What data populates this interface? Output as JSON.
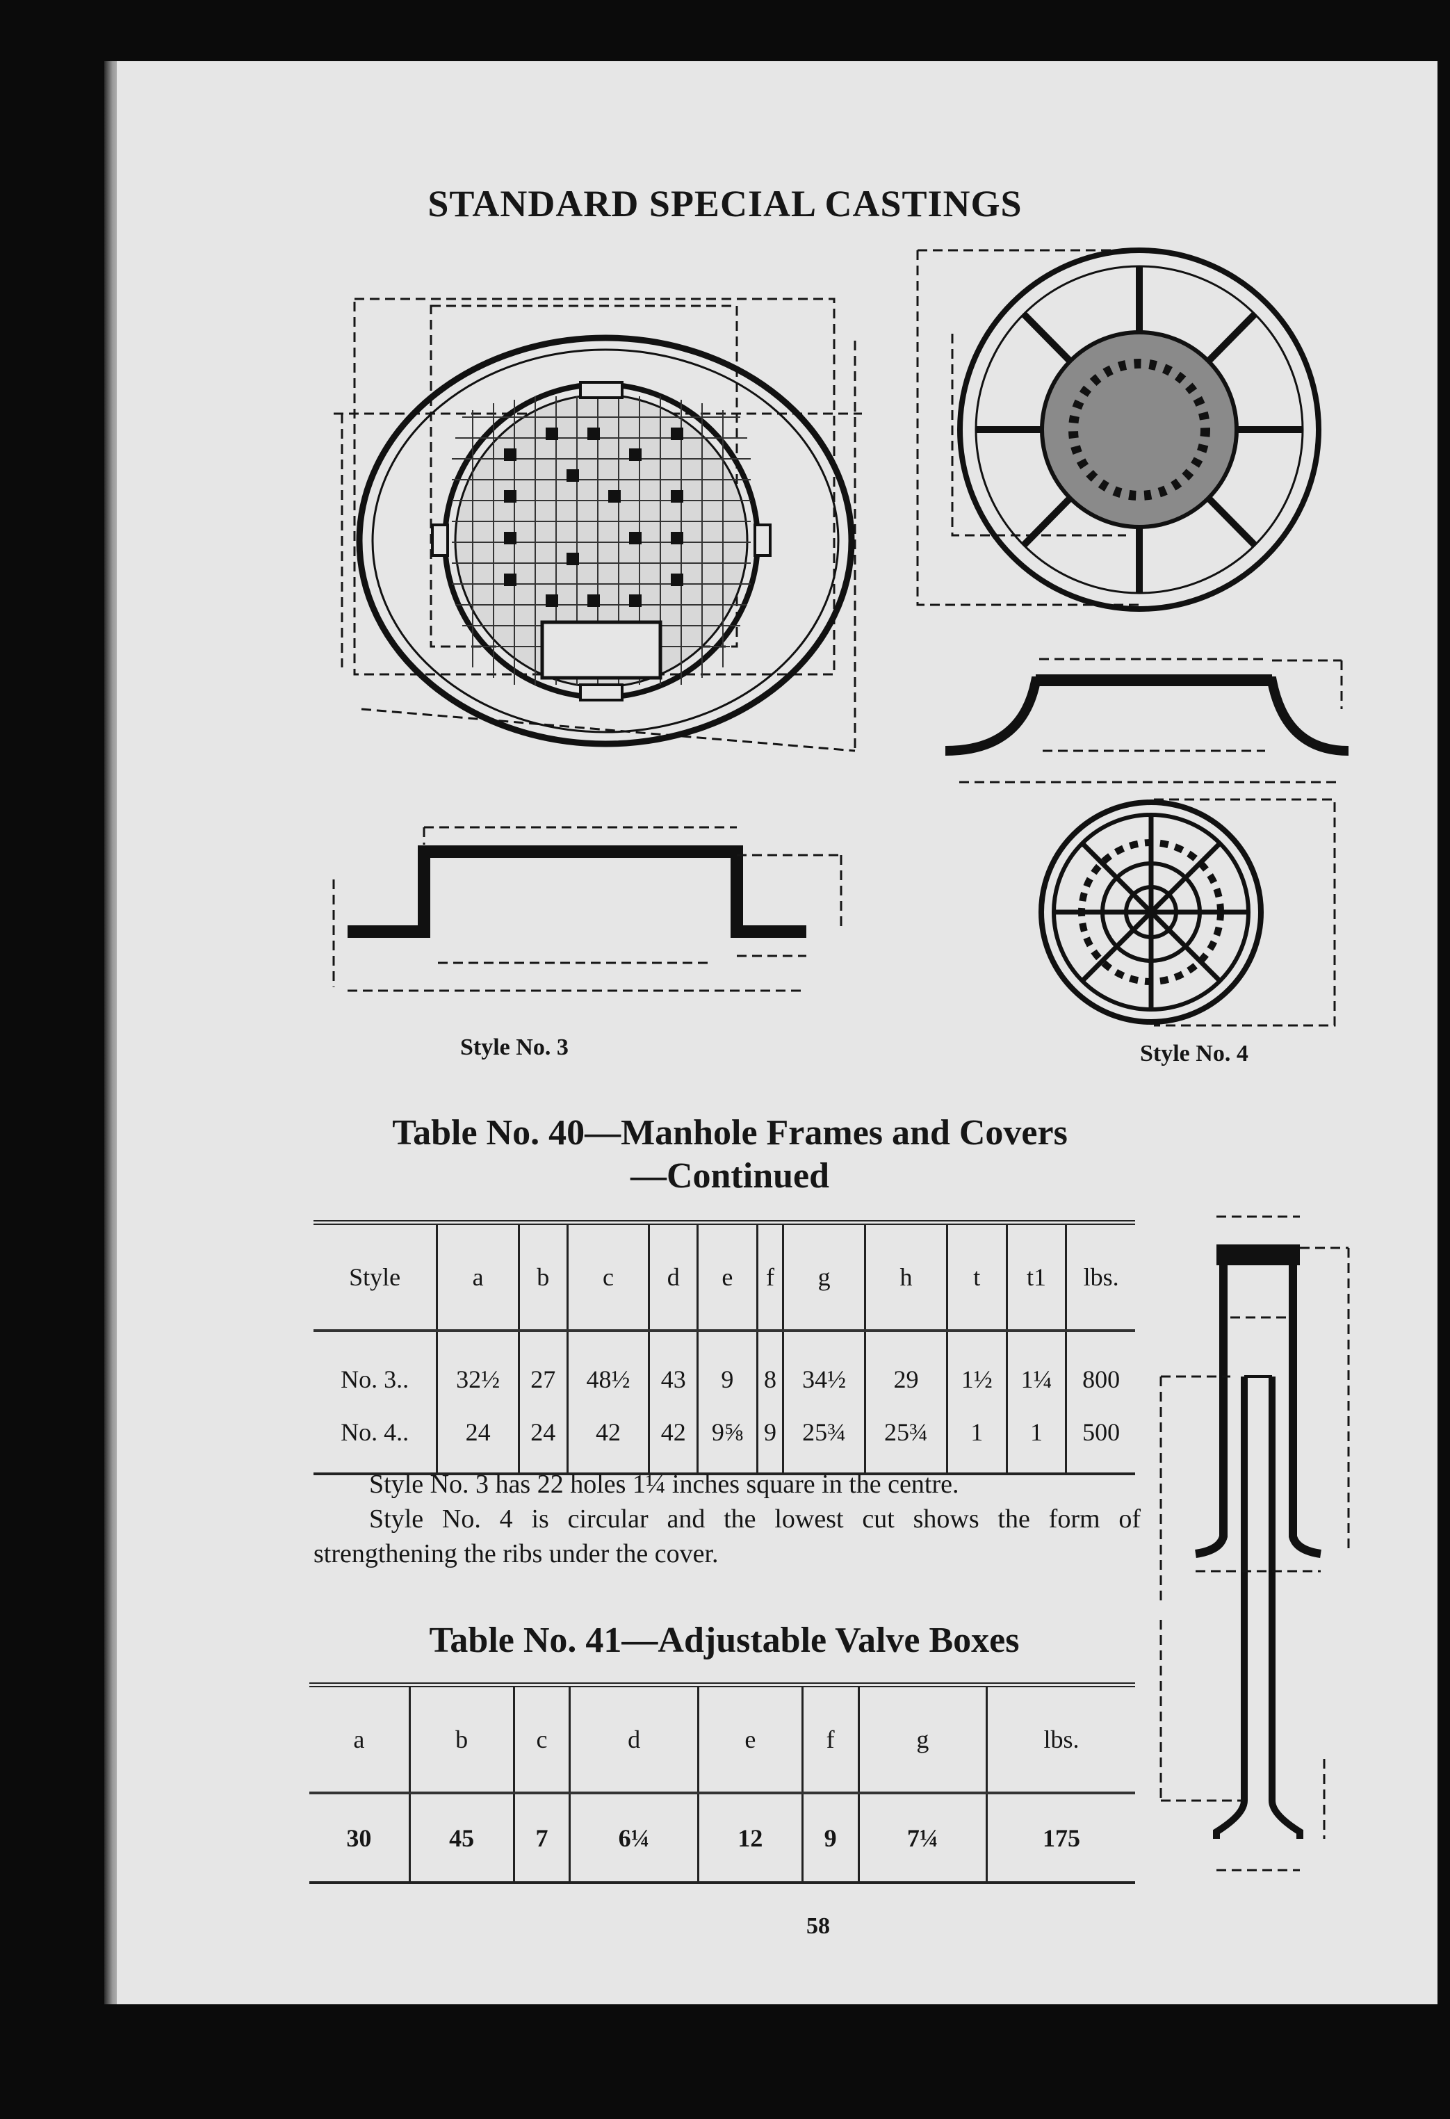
{
  "page": {
    "title": "STANDARD SPECIAL CASTINGS",
    "page_number": "58"
  },
  "figures": {
    "style3_label": "Style No. 3",
    "style4_label": "Style No. 4"
  },
  "table40": {
    "title_line1": "Table No. 40—Manhole Frames and Covers",
    "title_line2": "—Continued",
    "headers": [
      "Style",
      "a",
      "b",
      "c",
      "d",
      "e",
      "f",
      "g",
      "h",
      "t",
      "t1",
      "lbs."
    ],
    "rows": [
      [
        "No. 3..",
        "32½",
        "27",
        "48½",
        "43",
        "9",
        "8",
        "34½",
        "29",
        "1½",
        "1¼",
        "800"
      ],
      [
        "No. 4..",
        "24",
        "24",
        "42",
        "42",
        "9⅝",
        "9",
        "25¾",
        "25¾",
        "1",
        "1",
        "500"
      ]
    ]
  },
  "notes": {
    "line1": "Style No. 3 has 22 holes 1¼ inches square in the centre.",
    "line2": "Style No. 4 is circular and the lowest cut shows the form of strengthening the ribs under the cover."
  },
  "table41": {
    "title": "Table No. 41—Adjustable Valve Boxes",
    "headers": [
      "a",
      "b",
      "c",
      "d",
      "e",
      "f",
      "g",
      "lbs."
    ],
    "rows": [
      [
        "30",
        "45",
        "7",
        "6¼",
        "12",
        "9",
        "7¼",
        "175"
      ]
    ]
  }
}
